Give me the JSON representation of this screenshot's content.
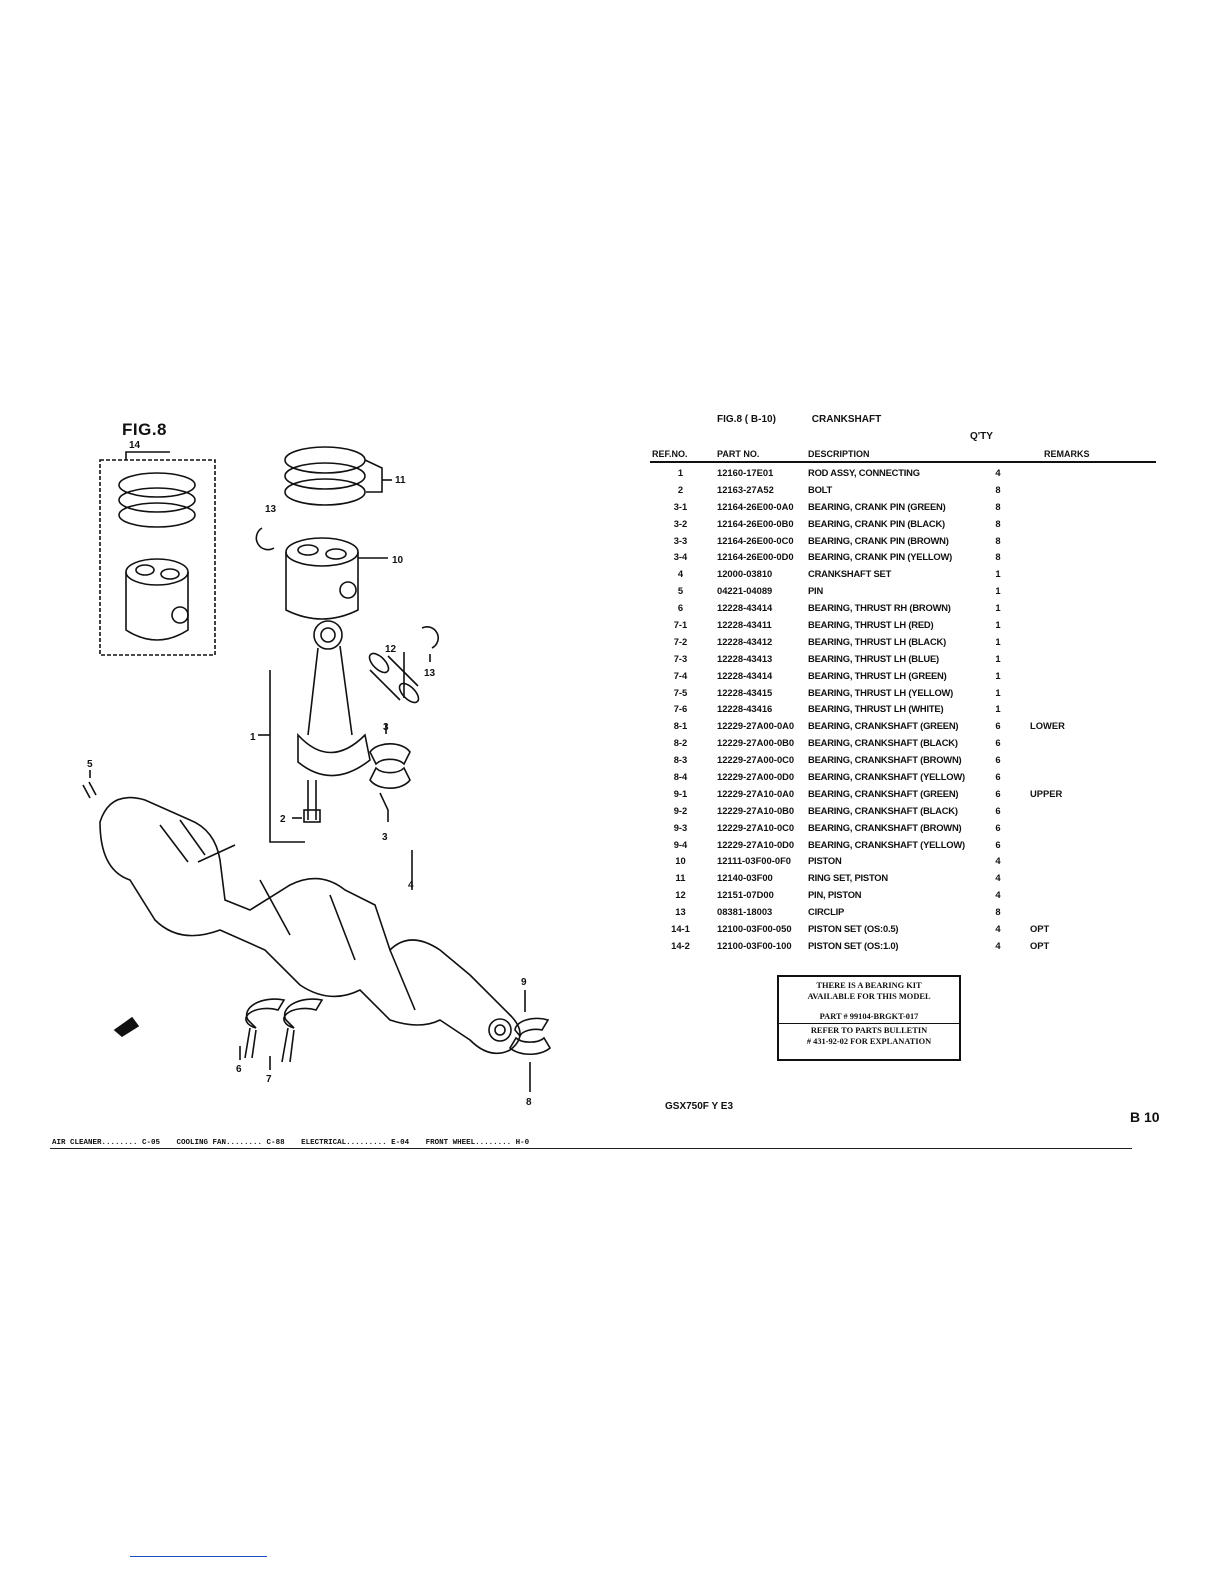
{
  "figure": {
    "label": "FIG.8",
    "callouts": [
      "14",
      "11",
      "13",
      "10",
      "12",
      "13",
      "3",
      "1",
      "5",
      "2",
      "3",
      "4",
      "9",
      "6",
      "7",
      "8"
    ]
  },
  "header": {
    "fig_ref": "FIG.8 ( B-10)",
    "title": "CRANKSHAFT",
    "qty_label": "Q'TY"
  },
  "columns": {
    "ref": "REF.NO.",
    "part": "PART NO.",
    "desc": "DESCRIPTION",
    "remarks": "REMARKS"
  },
  "parts": [
    {
      "ref": "1",
      "part": "12160-17E01",
      "desc": "ROD ASSY, CONNECTING",
      "qty": "4",
      "rem": ""
    },
    {
      "ref": "2",
      "part": "12163-27A52",
      "desc": "BOLT",
      "qty": "8",
      "rem": ""
    },
    {
      "ref": "3-1",
      "part": "12164-26E00-0A0",
      "desc": "BEARING, CRANK PIN (GREEN)",
      "qty": "8",
      "rem": ""
    },
    {
      "ref": "3-2",
      "part": "12164-26E00-0B0",
      "desc": "BEARING, CRANK PIN (BLACK)",
      "qty": "8",
      "rem": ""
    },
    {
      "ref": "3-3",
      "part": "12164-26E00-0C0",
      "desc": "BEARING, CRANK PIN (BROWN)",
      "qty": "8",
      "rem": ""
    },
    {
      "ref": "3-4",
      "part": "12164-26E00-0D0",
      "desc": "BEARING, CRANK PIN (YELLOW)",
      "qty": "8",
      "rem": ""
    },
    {
      "ref": "4",
      "part": "12000-03810",
      "desc": "CRANKSHAFT SET",
      "qty": "1",
      "rem": ""
    },
    {
      "ref": "5",
      "part": "04221-04089",
      "desc": "PIN",
      "qty": "1",
      "rem": ""
    },
    {
      "ref": "6",
      "part": "12228-43414",
      "desc": "BEARING, THRUST RH (BROWN)",
      "qty": "1",
      "rem": ""
    },
    {
      "ref": "7-1",
      "part": "12228-43411",
      "desc": "BEARING, THRUST LH (RED)",
      "qty": "1",
      "rem": ""
    },
    {
      "ref": "7-2",
      "part": "12228-43412",
      "desc": "BEARING, THRUST LH (BLACK)",
      "qty": "1",
      "rem": ""
    },
    {
      "ref": "7-3",
      "part": "12228-43413",
      "desc": "BEARING, THRUST LH (BLUE)",
      "qty": "1",
      "rem": ""
    },
    {
      "ref": "7-4",
      "part": "12228-43414",
      "desc": "BEARING, THRUST LH (GREEN)",
      "qty": "1",
      "rem": ""
    },
    {
      "ref": "7-5",
      "part": "12228-43415",
      "desc": "BEARING, THRUST LH (YELLOW)",
      "qty": "1",
      "rem": ""
    },
    {
      "ref": "7-6",
      "part": "12228-43416",
      "desc": "BEARING, THRUST LH (WHITE)",
      "qty": "1",
      "rem": ""
    },
    {
      "ref": "8-1",
      "part": "12229-27A00-0A0",
      "desc": "BEARING, CRANKSHAFT (GREEN)",
      "qty": "6",
      "rem": "LOWER"
    },
    {
      "ref": "8-2",
      "part": "12229-27A00-0B0",
      "desc": "BEARING, CRANKSHAFT (BLACK)",
      "qty": "6",
      "rem": ""
    },
    {
      "ref": "8-3",
      "part": "12229-27A00-0C0",
      "desc": "BEARING, CRANKSHAFT (BROWN)",
      "qty": "6",
      "rem": ""
    },
    {
      "ref": "8-4",
      "part": "12229-27A00-0D0",
      "desc": "BEARING, CRANKSHAFT (YELLOW)",
      "qty": "6",
      "rem": ""
    },
    {
      "ref": "9-1",
      "part": "12229-27A10-0A0",
      "desc": "BEARING, CRANKSHAFT (GREEN)",
      "qty": "6",
      "rem": "UPPER"
    },
    {
      "ref": "9-2",
      "part": "12229-27A10-0B0",
      "desc": "BEARING, CRANKSHAFT (BLACK)",
      "qty": "6",
      "rem": ""
    },
    {
      "ref": "9-3",
      "part": "12229-27A10-0C0",
      "desc": "BEARING, CRANKSHAFT (BROWN)",
      "qty": "6",
      "rem": ""
    },
    {
      "ref": "9-4",
      "part": "12229-27A10-0D0",
      "desc": "BEARING, CRANKSHAFT (YELLOW)",
      "qty": "6",
      "rem": ""
    },
    {
      "ref": "10",
      "part": "12111-03F00-0F0",
      "desc": "PISTON",
      "qty": "4",
      "rem": ""
    },
    {
      "ref": "11",
      "part": "12140-03F00",
      "desc": "RING SET, PISTON",
      "qty": "4",
      "rem": ""
    },
    {
      "ref": "12",
      "part": "12151-07D00",
      "desc": "PIN, PISTON",
      "qty": "4",
      "rem": ""
    },
    {
      "ref": "13",
      "part": "08381-18003",
      "desc": "CIRCLIP",
      "qty": "8",
      "rem": ""
    },
    {
      "ref": "14-1",
      "part": "12100-03F00-050",
      "desc": "PISTON SET (OS:0.5)",
      "qty": "4",
      "rem": "OPT"
    },
    {
      "ref": "14-2",
      "part": "12100-03F00-100",
      "desc": "PISTON SET (OS:1.0)",
      "qty": "4",
      "rem": "OPT"
    }
  ],
  "notice": {
    "line1": "THERE IS A BEARING KIT",
    "line2": "AVAILABLE FOR THIS MODEL",
    "line3": "PART # 99104-BRGKT-017",
    "line4": "REFER TO PARTS BULLETIN",
    "line5": "# 431-92-02 FOR EXPLANATION"
  },
  "model": "GSX750F Y E3",
  "page_number": "B 10",
  "footer_index": [
    "AIR CLEANER........ C-05",
    "COOLING FAN........ C-88",
    "ELECTRICAL......... E-04",
    "FRONT WHEEL........ H-0"
  ]
}
